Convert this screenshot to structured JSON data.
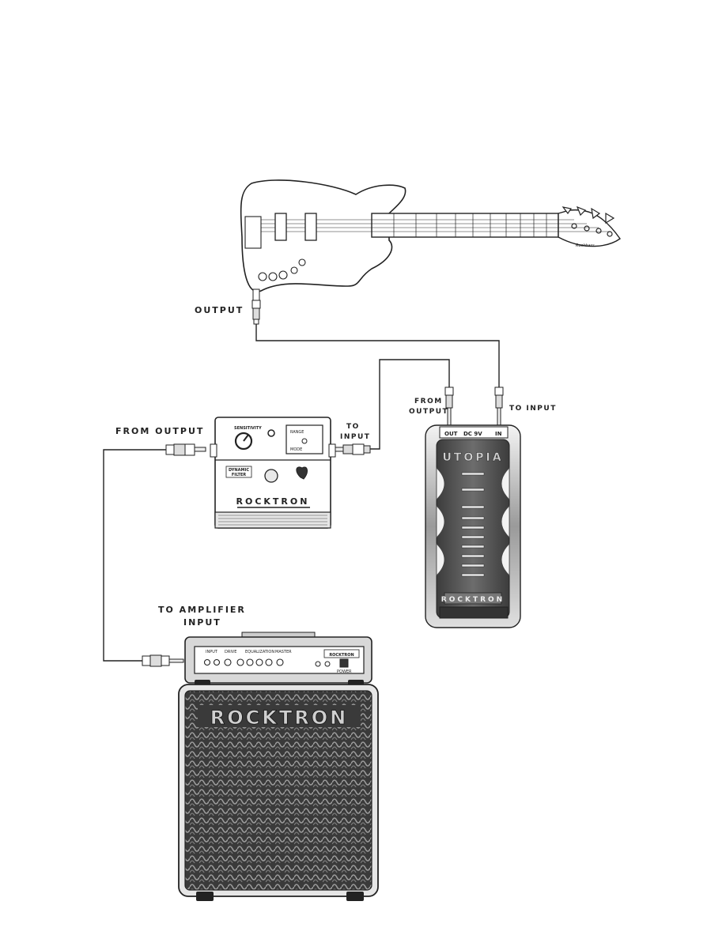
{
  "labels": {
    "guitar_output": "OUTPUT",
    "utopia_from_output": [
      "FROM",
      "OUTPUT"
    ],
    "utopia_to_input": "TO INPUT",
    "filter_to_input": [
      "TO",
      "INPUT"
    ],
    "filter_from_output": "FROM OUTPUT",
    "amp_input": [
      "TO AMPLIFIER",
      "INPUT"
    ]
  },
  "guitar": {
    "headstock_logo": "Rockbass"
  },
  "dynamic_filter": {
    "knob_label": "SENSITIVITY",
    "name_plate": [
      "DYNAMIC",
      "FILTER"
    ],
    "brand": "ROCKTRON",
    "switch_labels": [
      "RANGE",
      "MODE"
    ]
  },
  "utopia": {
    "jack_labels": [
      "OUT",
      "DC 9V",
      "IN"
    ],
    "title": "UTOPIA",
    "brand": "ROCKTRON"
  },
  "amp": {
    "brand": "ROCKTRON",
    "panel_sections": [
      "INPUT",
      "DRIVE",
      "EQUALIZATION",
      "MASTER"
    ],
    "power_label": "POWER"
  },
  "colors": {
    "ink": "#222222",
    "cabinet": "#3a3a3a",
    "pedal_dark": "#555555"
  }
}
